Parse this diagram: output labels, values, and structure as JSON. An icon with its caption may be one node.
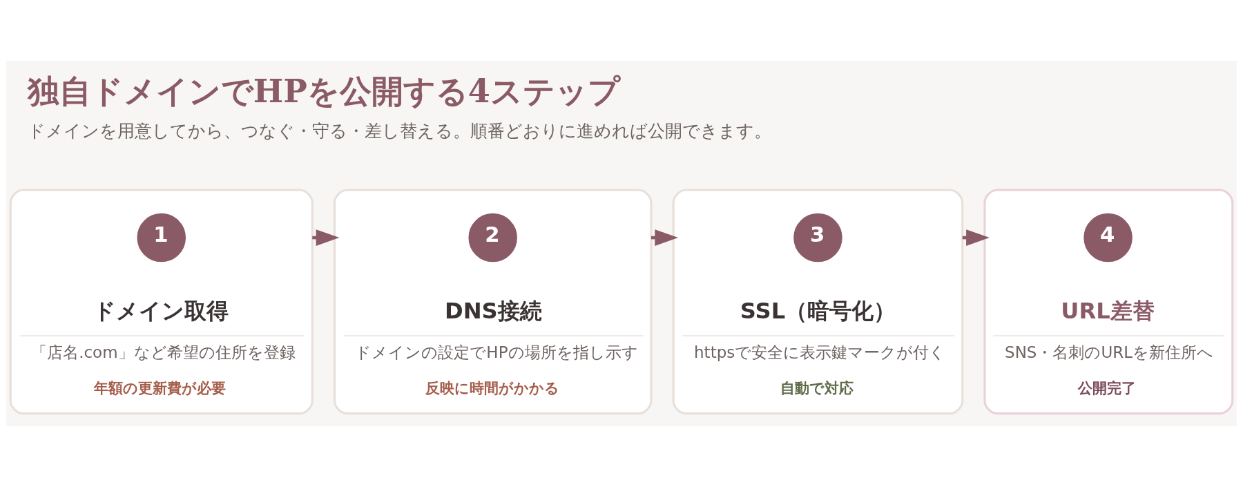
{
  "diagram": {
    "title": "独自ドメインでHPを公開する4ステップ",
    "caption": "ドメインを用意してから、つなぐ・守る・差し替える。順番どおりに進めれば公開できます。",
    "nodes": [
      {
        "text": [
          "ドメイン取得",
          "「店名.com」など希望の住所を登録",
          "年額の更新費が必要"
        ]
      },
      {
        "text": [
          "1"
        ],
        "in": 0
      },
      {
        "text": [
          "DNS接続",
          "ドメインの設定でHPの場所を指し示す",
          "反映に時間がかかる"
        ]
      },
      {
        "text": [
          "2"
        ],
        "in": 2
      },
      {
        "text": [
          "SSL（暗号化）",
          "httpsで安全に表示鍵マークが付く",
          "自動で対応"
        ]
      },
      {
        "text": [
          "3"
        ],
        "in": 4
      },
      {
        "text": [
          "URL差替",
          "SNS・名刺のURLを新住所へ",
          "公開完了"
        ]
      },
      {
        "text": [
          "4"
        ],
        "in": 6
      }
    ],
    "edges": [
      {
        "from": 0,
        "to": 2,
        "arrow": "to"
      },
      {
        "from": 2,
        "to": 4,
        "arrow": "to"
      },
      {
        "from": 4,
        "to": 6,
        "arrow": "to"
      }
    ]
  }
}
